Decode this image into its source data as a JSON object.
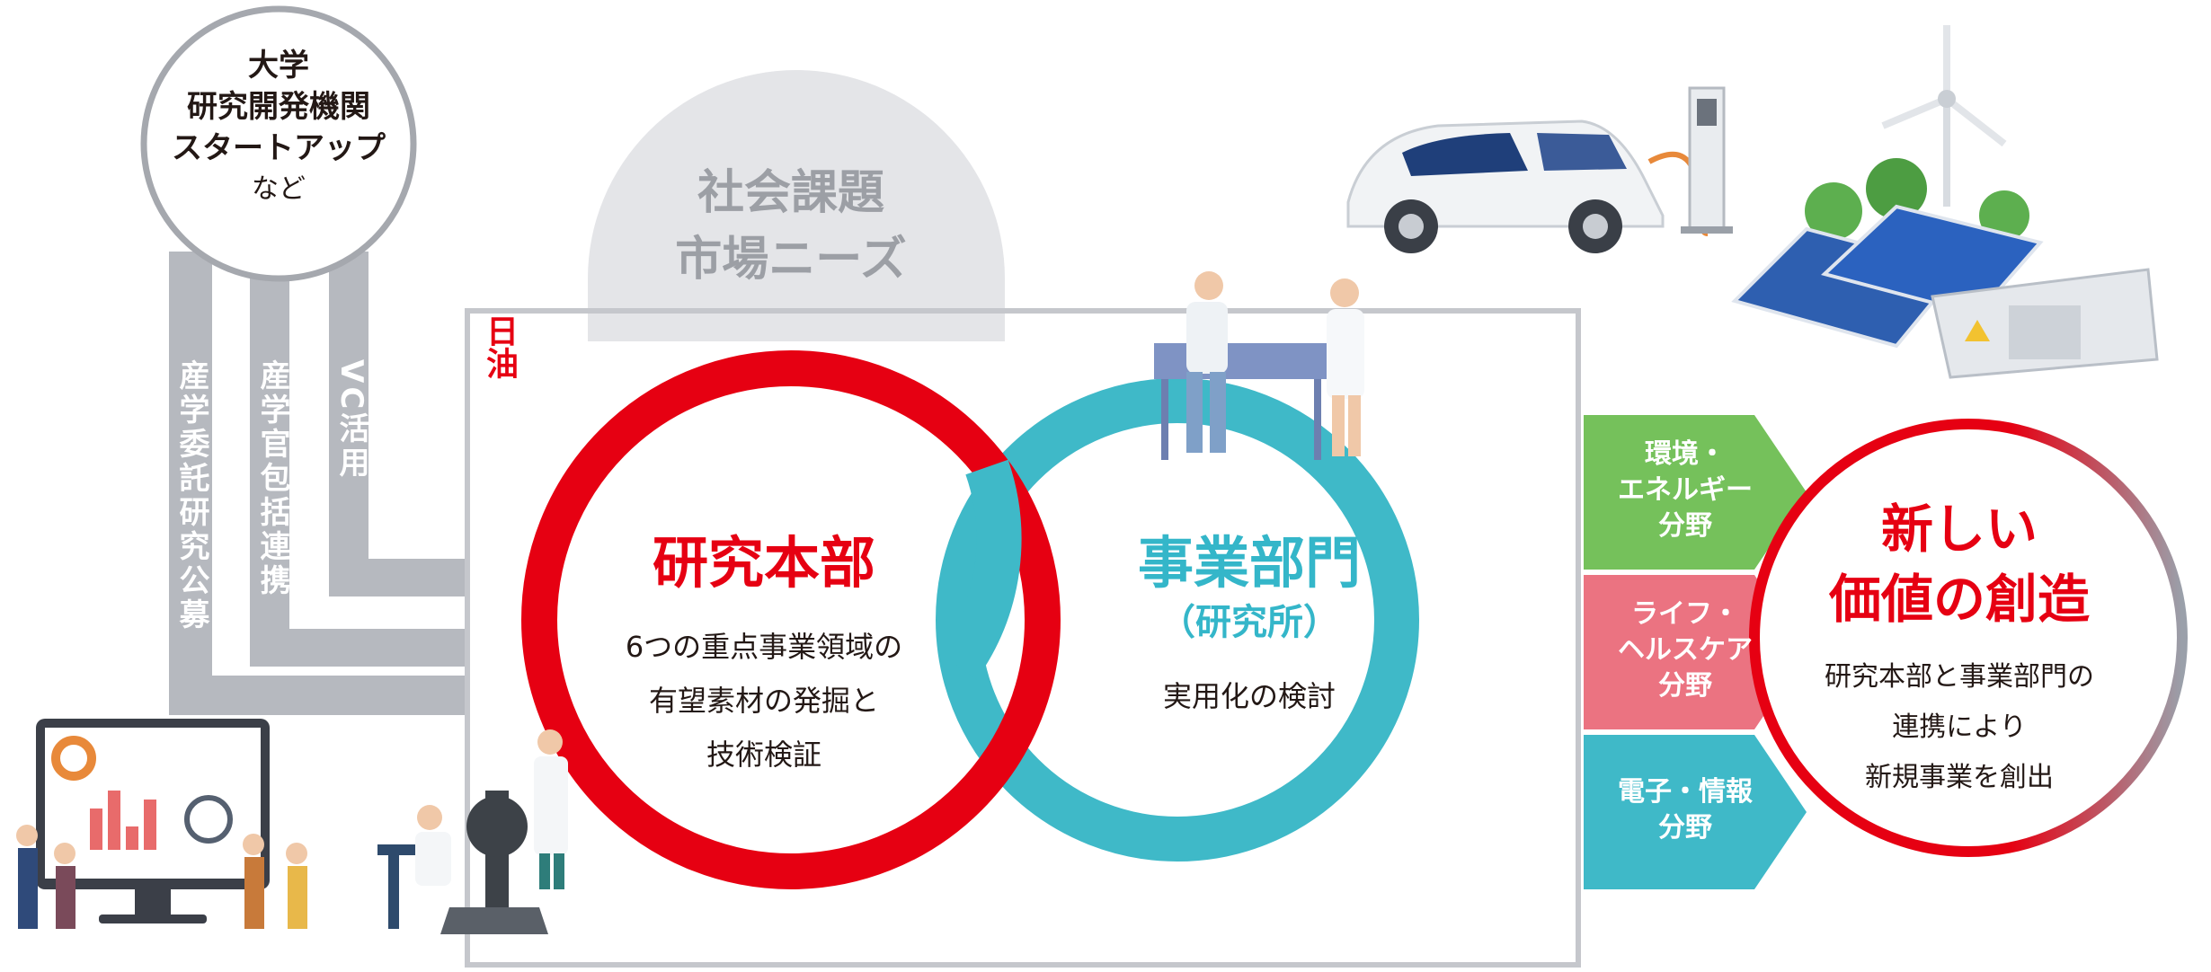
{
  "partners": {
    "lines": [
      "大学",
      "研究開発機関",
      "スタートアップ"
    ],
    "suffix": "など"
  },
  "channels": [
    {
      "label": "産学委託研究公募"
    },
    {
      "label": "産学官包括連携"
    },
    {
      "label": "VC活用"
    }
  ],
  "needs": {
    "line1": "社会課題",
    "line2": "市場ニーズ"
  },
  "company_label": "日油",
  "rd": {
    "title": "研究本部",
    "desc": [
      "6つの重点事業領域の",
      "有望素材の発掘と",
      "技術検証"
    ]
  },
  "business": {
    "title": "事業部門",
    "subtitle": "（研究所）",
    "desc": "実用化の検討"
  },
  "fields": [
    {
      "lines": [
        "環境・",
        "エネルギー",
        "分野"
      ],
      "color": "#75c15b"
    },
    {
      "lines": [
        "ライフ・",
        "ヘルスケア",
        "分野"
      ],
      "color": "#eb7381"
    },
    {
      "lines": [
        "電子・情報",
        "分野"
      ],
      "color": "#3fb9c8"
    }
  ],
  "new_value": {
    "title": [
      "新しい",
      "価値の創造"
    ],
    "desc": [
      "研究本部と事業部門の",
      "連携により",
      "新規事業を創出"
    ]
  },
  "colors": {
    "red": "#e60012",
    "teal": "#34b6c9",
    "gray": "#b6b9bf",
    "frame": "#c5c7cc"
  }
}
